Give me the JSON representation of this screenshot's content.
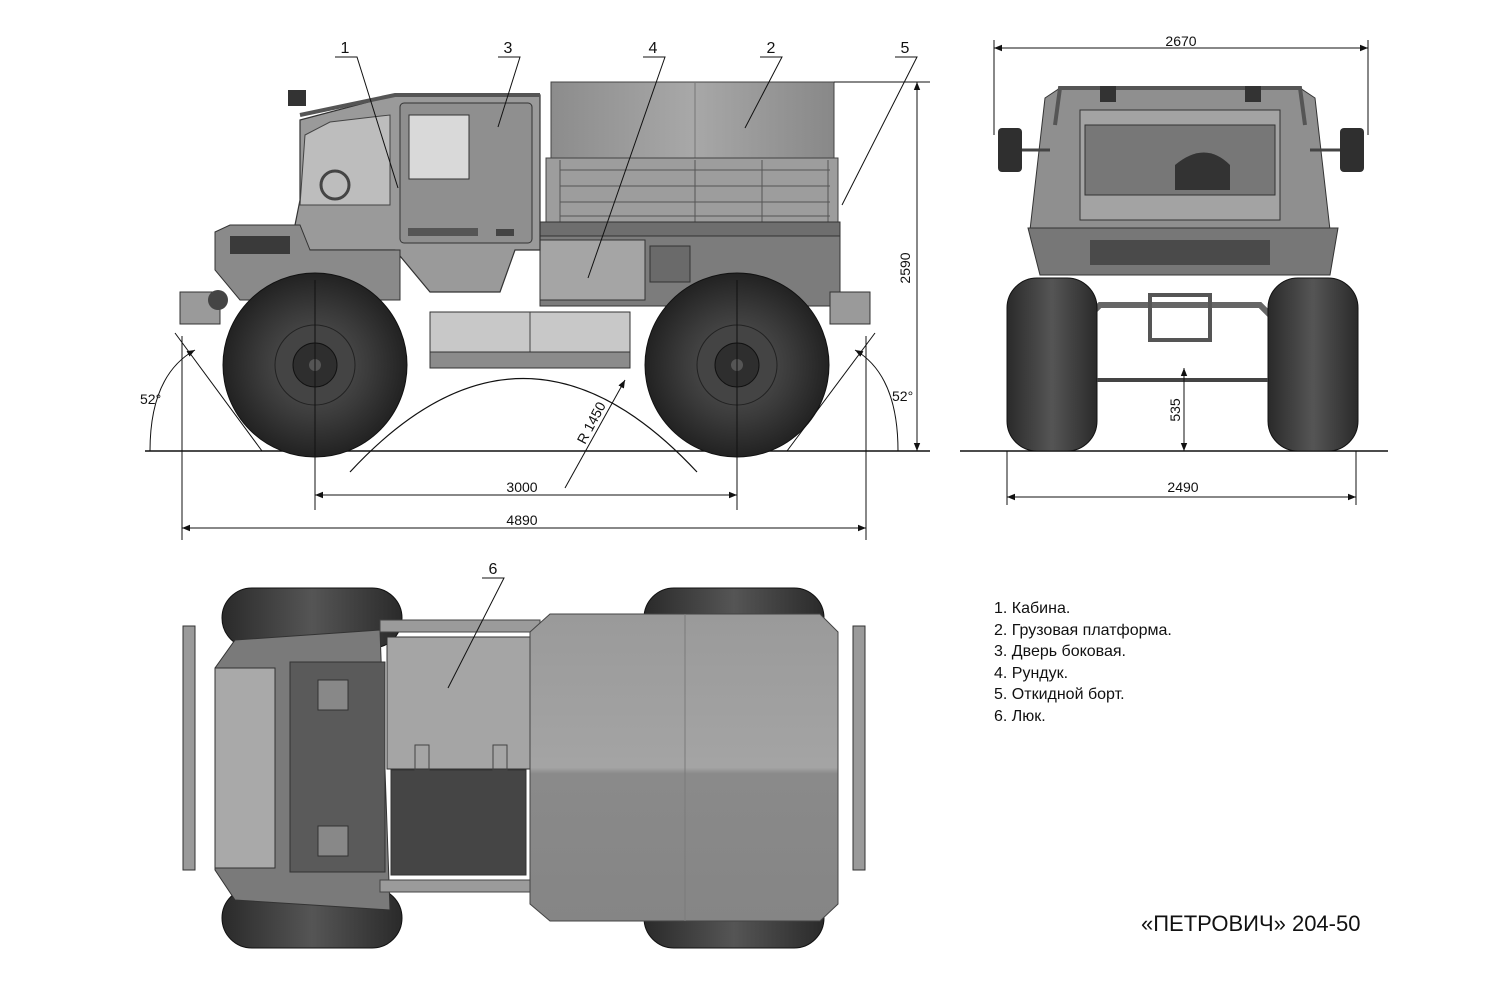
{
  "title": "«ПЕТРОВИЧ» 204-50",
  "legend": [
    "1. Кабина.",
    "2. Грузовая платформа.",
    "3. Дверь боковая.",
    "4. Рундук.",
    "5. Откидной борт.",
    "6. Люк."
  ],
  "callouts": {
    "c1": "1",
    "c2": "2",
    "c3": "3",
    "c4": "4",
    "c5": "5",
    "c6": "6"
  },
  "dimensions": {
    "wheelbase": "3000",
    "length": "4890",
    "height": "2590",
    "radius": "R 1450",
    "approach_angle": "52°",
    "departure_angle": "52°",
    "width_mirrors": "2670",
    "track_width": "2490",
    "ground_clearance": "535"
  }
}
